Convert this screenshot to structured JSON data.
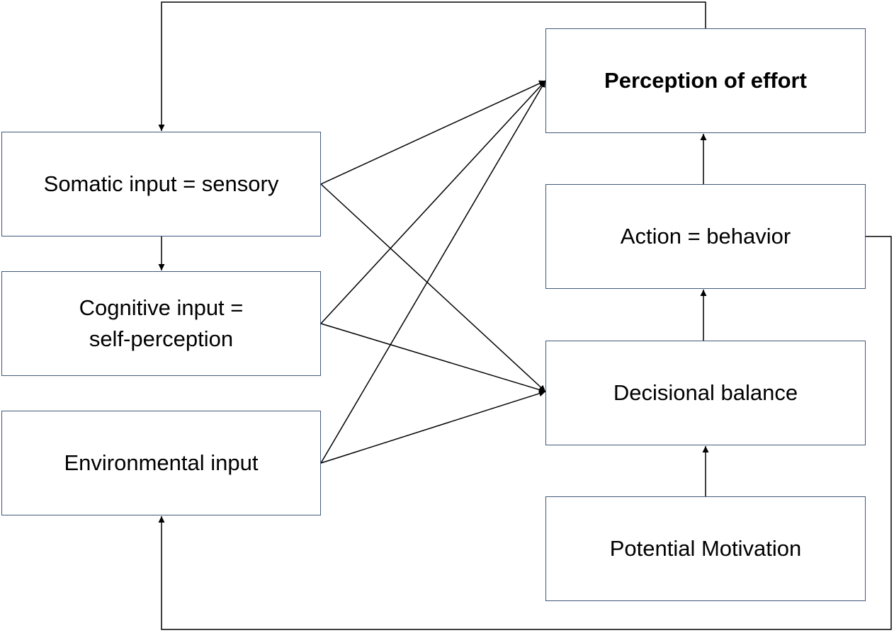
{
  "diagram": {
    "nodes": {
      "somatic": "Somatic input = sensory",
      "cognitive_line1": "Cognitive input =",
      "cognitive_line2": "self-perception",
      "environmental": "Environmental input",
      "effort": "Perception of effort",
      "action": "Action = behavior",
      "decision": "Decisional balance",
      "motivation": "Potential Motivation"
    },
    "edges": [
      {
        "from": "Somatic input = sensory",
        "to": "Perception of effort"
      },
      {
        "from": "Somatic input = sensory",
        "to": "Decisional balance"
      },
      {
        "from": "Somatic input = sensory",
        "to": "Cognitive input = self-perception"
      },
      {
        "from": "Cognitive input = self-perception",
        "to": "Perception of effort"
      },
      {
        "from": "Cognitive input = self-perception",
        "to": "Decisional balance"
      },
      {
        "from": "Environmental input",
        "to": "Perception of effort"
      },
      {
        "from": "Environmental input",
        "to": "Decisional balance"
      },
      {
        "from": "Potential Motivation",
        "to": "Decisional balance"
      },
      {
        "from": "Decisional balance",
        "to": "Action = behavior"
      },
      {
        "from": "Action = behavior",
        "to": "Perception of effort"
      },
      {
        "from": "Perception of effort",
        "to": "Somatic input = sensory"
      },
      {
        "from": "Action = behavior",
        "to": "Environmental input"
      }
    ],
    "colors": {
      "box_border": "#41587a",
      "line": "#000000"
    }
  }
}
